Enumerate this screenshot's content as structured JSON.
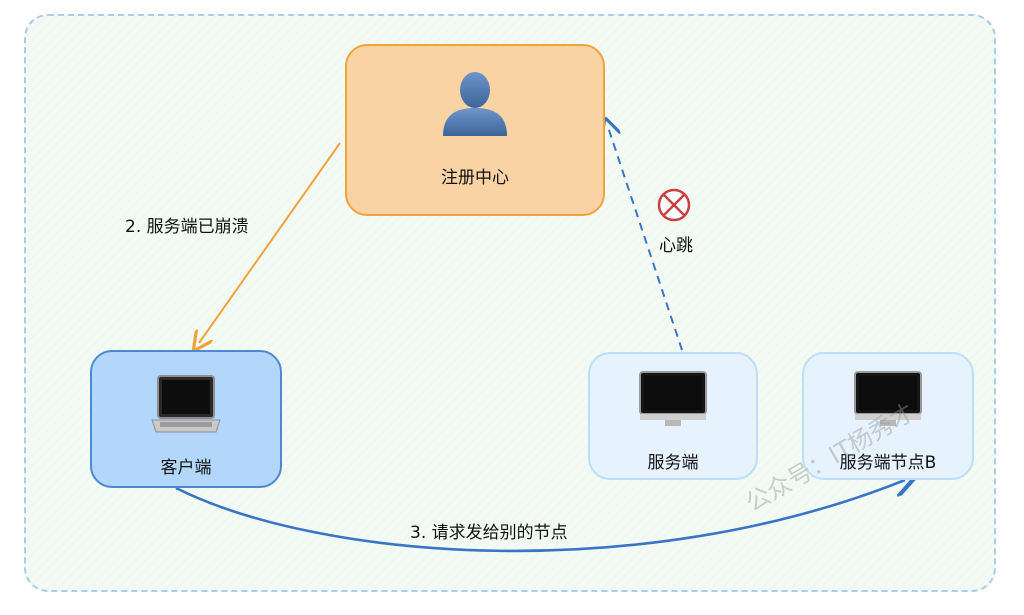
{
  "nodes": {
    "registry": {
      "label": "注册中心"
    },
    "client": {
      "label": "客户端"
    },
    "server": {
      "label": "服务端"
    },
    "serverB": {
      "label": "服务端节点B"
    }
  },
  "edges": {
    "crash": {
      "label": "2. 服务端已崩溃"
    },
    "heartbeat": {
      "label": "心跳"
    },
    "request": {
      "label": "3. 请求发给别的节点"
    }
  },
  "watermark": "公众号：IT杨秀才",
  "colors": {
    "orange": "#f0a33c",
    "blue": "#3a75c4",
    "dashed_blue": "#3a75c4",
    "fail_red": "#c94040"
  }
}
